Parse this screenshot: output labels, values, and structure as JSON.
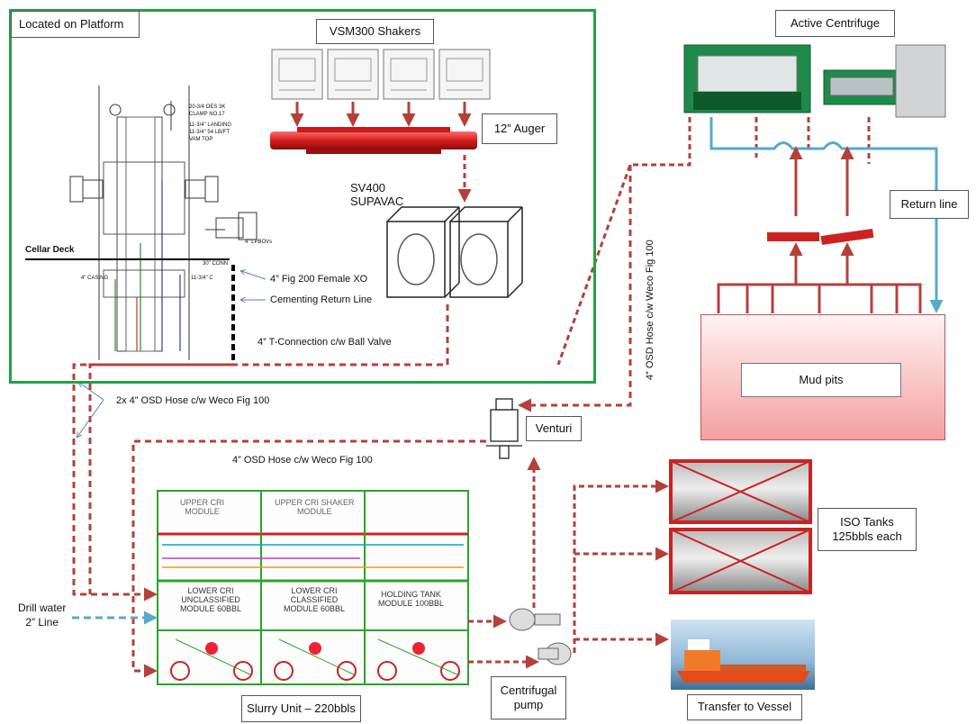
{
  "platform": {
    "title": "Located on Platform",
    "shakers_label": "VSM300 Shakers",
    "auger_label": "12” Auger",
    "supavac_label": "SV400\nSUPAVAC",
    "xo_label": "4” Fig 200 Female XO",
    "cementing_label": "Cementing Return Line",
    "tconn_label": "4” T-Connection c/w Ball Valve",
    "cellar_deck_label": "Cellar Deck",
    "wellhead_notes": [
      "20-3/4 OES 3K",
      "CLAMP NO.17",
      "11-3/4\" LANDING",
      "11-3/4\" 54 LB/FT",
      "VAM TOP",
      "4\" LPBOVs",
      "30\" CONN",
      "4\" CASING",
      "11-3/4\" C"
    ]
  },
  "centrifuge": {
    "title": "Active Centrifuge",
    "return_line": "Return line",
    "hose_label": "4” OSD Hose c/w Weco Fig 100"
  },
  "mud_pits": "Mud pits",
  "venturi": "Venturi",
  "hose_2x": "2x 4” OSD Hose c/w Weco Fig 100",
  "hose_mid": "4” OSD Hose c/w Weco Fig 100",
  "drill_water": "Drill water\n2” Line",
  "slurry_unit": {
    "label": "Slurry Unit – 220bbls",
    "modules": [
      {
        "top": "UPPER CRI\nMODULE",
        "bottom": "LOWER CRI\nUNCLASSIFIED\nMODULE 60BBL"
      },
      {
        "top": "UPPER CRI SHAKER\nMODULE",
        "bottom": "LOWER CRI\nCLASSIFIED\nMODULE 60BBL"
      },
      {
        "top": "",
        "bottom": "HOLDING TANK\nMODULE 100BBL"
      }
    ]
  },
  "centrifugal_pump": "Centrifugal\npump",
  "iso_tanks": "ISO Tanks\n125bbls each",
  "transfer_vessel": "Transfer to Vessel",
  "colors": {
    "platform_border": "#1fa342",
    "hose_red": "#b5403a",
    "return_blue": "#55aac8",
    "mud_pit_fill": "#f4a0a0"
  }
}
